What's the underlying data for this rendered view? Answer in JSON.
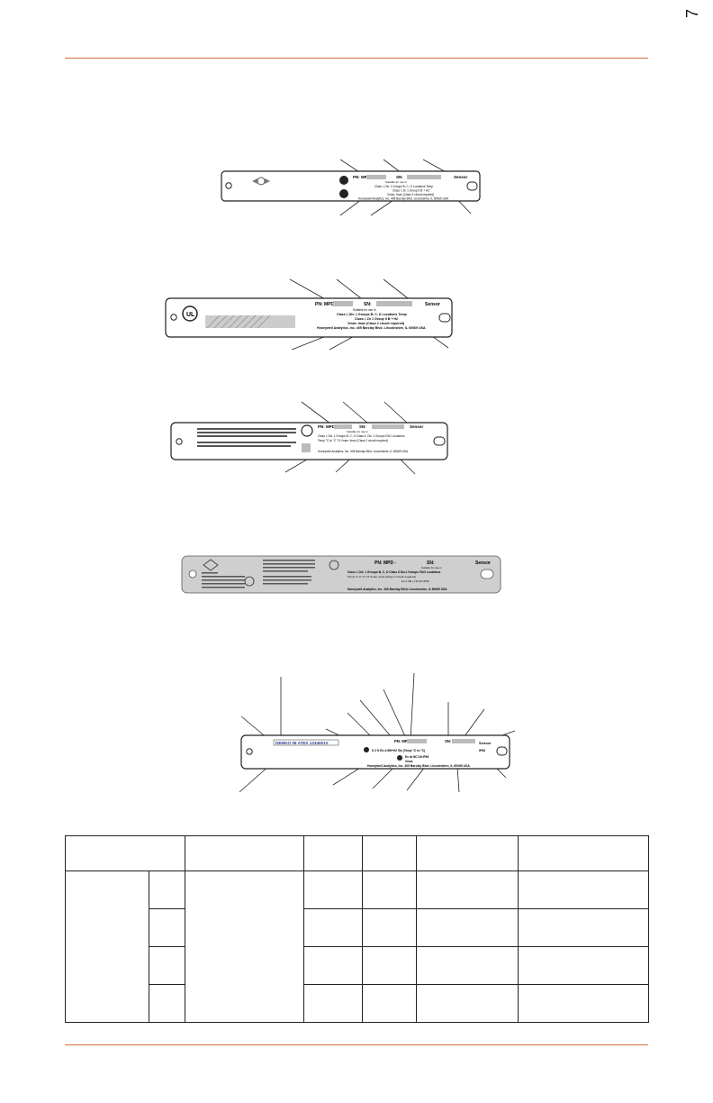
{
  "page": {
    "page_number": "7"
  },
  "labels": [
    {
      "pn_text": "PN:  MPD -",
      "sn_text": "SN:",
      "sensor_text": "Sensor",
      "rated_text": "Suitable for use in",
      "class_text": "Class I, Div. 1 Groups B, C, D Locations Temp",
      "class2_text": "Class I, Zn 1 Group II B + H2",
      "vmax_text": "Vmax:       Imax (Class 2 circuit required)",
      "address_text": "Honeywell Analytics, Inc. 405 Barclay Blvd. Lincolnshire, IL 60069 USA"
    },
    {
      "pn_text": "PN:  MPD -",
      "sn_text": "SN:",
      "sensor_text": "Sensor",
      "rated_text": "Suitable for use in",
      "class_text": "Class I, Div. 1 Groups B, C, D Locations Temp",
      "class2_text": "Class I, Zn 1 Group II B + H2",
      "vmax_text": "Vmax:       Imax (Class 2 circuit required)",
      "address_text": "Honeywell Analytics, Inc. 405 Barclay Blvd. Lincolnshire, IL 60069 USA"
    },
    {
      "pn_text": "PN:  MPD -",
      "sn_text": "SN:",
      "sensor_text": "Sensor",
      "rated_text": "Suitable for use in",
      "class_text": "Class I, Div. 1 Groups B, C, D   Class II, Div. 1 Groups F&G Locations",
      "class2_text": "Temp      °C to      °C  T4      Vmax:      Imax (Class 2 circuit required)",
      "vmax_text": "",
      "address_text": "Honeywell Analytics, Inc. 405 Barclay Blvd. Lincolnshire, IL 60069 USA"
    },
    {
      "pn_text": "PN:  MPD -",
      "sn_text": "SN:",
      "sensor_text": "Sensor",
      "rated_text": "Suitable for use in",
      "class_text": "Class I, Div. 1 Groups B, C, D   Class II Div.1 Groups F&G Locations",
      "class2_text": "Temp      °C to      °C  T4      Vmax:      Imax (Class 2 circuit required)",
      "vmax_text": "Ex d IIB + H2  Gb   IP66",
      "address_text": "Honeywell Analytics, Inc. 405 Barclay Blvd. Lincolnshire, IL 60069 USA"
    },
    {
      "pn_text": "PN:  MPD -",
      "sn_text": "SN:",
      "sensor_text": "Sensor",
      "rated_text": "",
      "class_text": "II 2 G    Ex d IIB+H2 Gb (Temp     °C to     °C)",
      "class2_text": "Ex tb IIIC Db   IP66",
      "vmax_text": "Vmax",
      "address_text": "Honeywell Analytics, Inc. 405 Barclay Blvd. Lincolnshire, IL 60069 USA",
      "cert_text": "DEMKO 09 ATEX 1234001X",
      "ip_text": "IP66"
    }
  ]
}
